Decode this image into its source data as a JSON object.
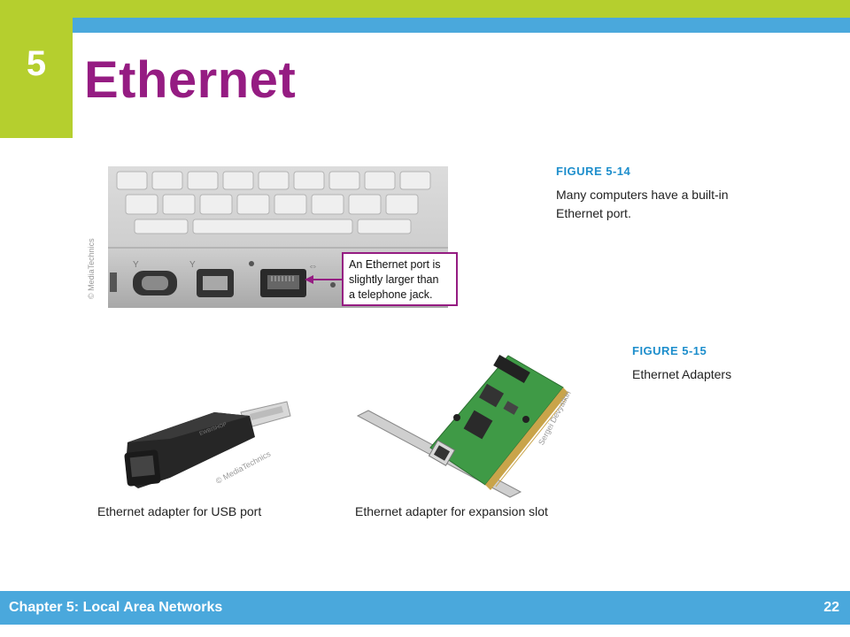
{
  "header": {
    "chapter_number": "5",
    "title": "Ethernet"
  },
  "figure_14": {
    "label": "FIGURE 5-14",
    "caption_line1": "Many computers have a built-in",
    "caption_line2": "Ethernet port.",
    "callout_line1": "An Ethernet port is",
    "callout_line2": "slightly larger than",
    "callout_line3": "a telephone jack.",
    "photo_credit": "© MediaTechnics"
  },
  "figure_15": {
    "label": "FIGURE 5-15",
    "caption": "Ethernet Adapters",
    "usb_caption": "Ethernet adapter for USB port",
    "usb_credit": "© MediaTechnics",
    "card_caption": "Ethernet adapter for expansion slot",
    "card_credit": "Sergei Devyatkin"
  },
  "footer": {
    "chapter_label": "Chapter 5: Local Area Networks",
    "page_number": "22"
  },
  "colors": {
    "green": "#b5cf2e",
    "blue": "#4aa8dc",
    "title_purple": "#951c82",
    "figure_label_blue": "#1d8ecc"
  }
}
